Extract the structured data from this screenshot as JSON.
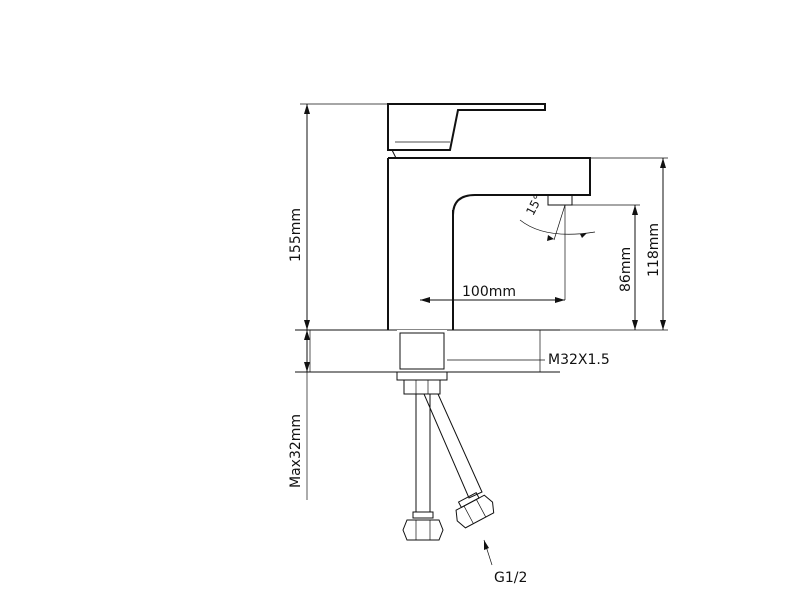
{
  "drawing": {
    "dim_height_total": "155mm",
    "dim_reach": "100mm",
    "dim_spout_clearance": "86mm",
    "dim_spout_top": "118mm",
    "dim_angle": "15°",
    "thread_label": "M32X1.5",
    "dim_counter_max": "Max32mm",
    "hose_label": "G1/2"
  }
}
